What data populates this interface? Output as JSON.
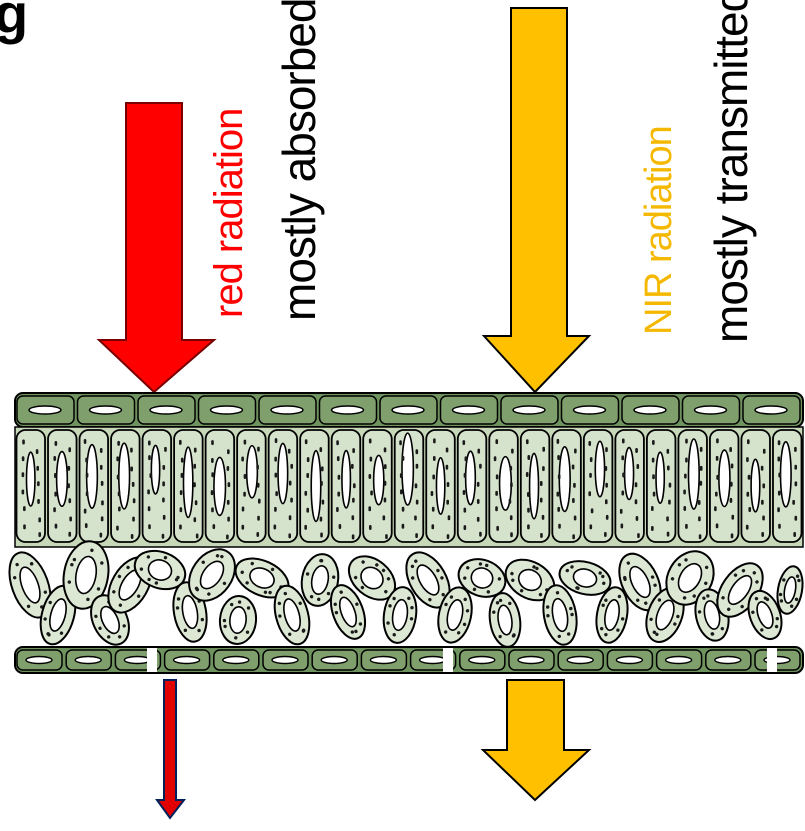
{
  "corner_text": "g",
  "labels": {
    "red_radiation": "red radiation",
    "red_fate": "mostly absorbed",
    "nir_radiation": "NIR radiation",
    "nir_fate": "mostly transmitted"
  },
  "colors": {
    "red_arrow": "#ff0000",
    "nir_arrow": "#ffc000",
    "epidermis": "#6f935e",
    "palisade_cell": "#d6e3cc",
    "spongy_cell": "#dde8d4",
    "outline": "#000000",
    "red_text": "#ff0000",
    "nir_text": "#f5b800",
    "dark_text": "#000000"
  }
}
